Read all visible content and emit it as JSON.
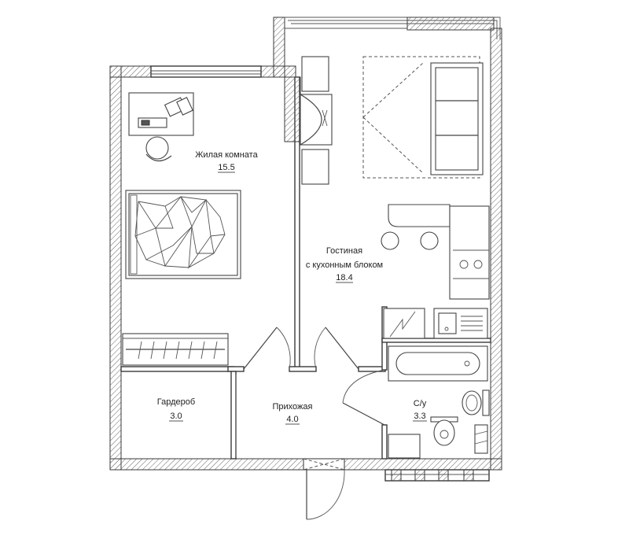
{
  "rooms": {
    "living_room": {
      "name": "Жилая комната",
      "area": "15.5"
    },
    "lounge_kitchen": {
      "name_line1": "Гостиная",
      "name_line2": "с кухонным блоком",
      "area": "18.4"
    },
    "wardrobe": {
      "name": "Гардероб",
      "area": "3.0"
    },
    "hallway": {
      "name": "Прихожая",
      "area": "4.0"
    },
    "bathroom": {
      "name": "С/у",
      "area": "3.3"
    }
  },
  "colors": {
    "wall": "#3a3a3a",
    "background": "#ffffff",
    "sofa": "#555555"
  }
}
